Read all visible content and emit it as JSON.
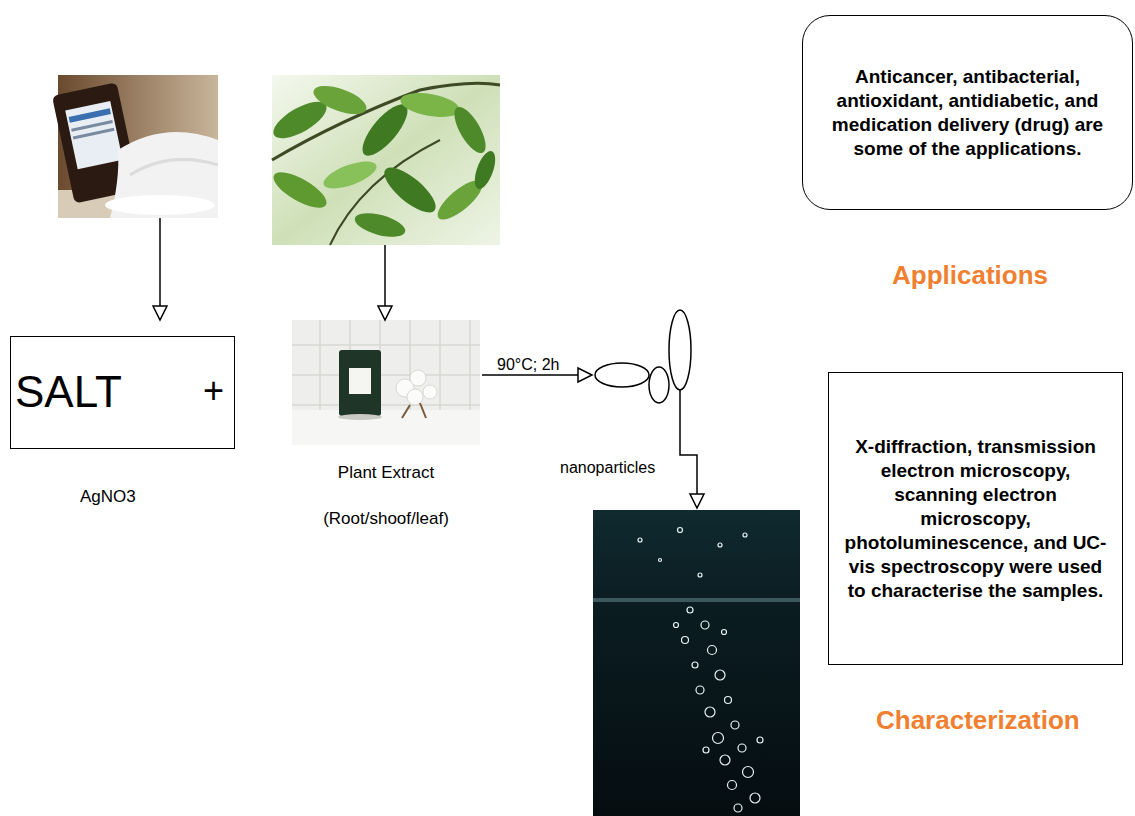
{
  "diagram": {
    "nodes": [
      {
        "text": [
          "SALT",
          "+"
        ]
      },
      {
        "text": [
          "Plant Extract",
          "(Root/shoof/leaf)"
        ]
      },
      {
        "text": [
          "Anticancer, antibacterial, antioxidant, antidiabetic, and medication delivery (drug) are some of the applications."
        ]
      },
      {
        "text": [
          "X-diffraction, transmission electron microscopy, scanning electron microscopy, photoluminescence, and UC-vis spectroscopy were used to characterise the samples."
        ]
      }
    ],
    "labels": [
      "AgNO3",
      "90°C; 2h",
      "nanoparticles",
      "Applications",
      "Characterization"
    ]
  }
}
